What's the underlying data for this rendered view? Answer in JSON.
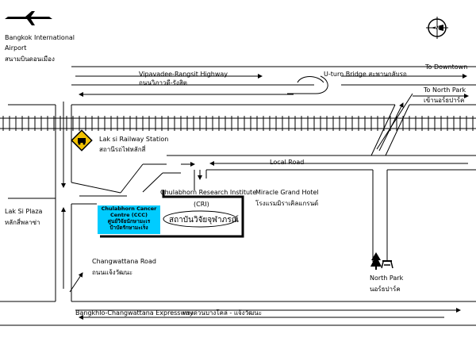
{
  "labels": {
    "airport_en": "Bangkok International",
    "airport_en2": "Airport",
    "airport_th": "สนามบินดอนเมือง",
    "highway_en": "Vipavadee-Rangsit Highway",
    "highway_th": "ถนนวิภาวดี-รังสิต",
    "uturn": "U-turn Bridge สะพานกลับรถ",
    "to_downtown": "To Downtown",
    "to_north_park_en": "To North Park",
    "to_north_park_th": "เข้านอร์ธปาร์ค",
    "station_en": "Lak si Railway Station",
    "station_th": "สถานีรถไฟหลักสี่",
    "local_road": "Local Road",
    "cri_en": "Chulabhorn Research Institute",
    "cri_abbr": "(CRI)",
    "cri_th": "สถาบันวิจัยจุฬาภรณ์",
    "hotel_en": "Miracle Grand Hotel",
    "hotel_th": "โรงแรมมิราเคิลแกรนด์",
    "plaza_en": "Lak Si Plaza",
    "plaza_th": "หลักสี่พลาซ่า",
    "ccc_line1": "Chulabhorn Cancer",
    "ccc_line2": "Centre (CCC)",
    "ccc_line3": "ศูนย์วิจัยนักษามะเร",
    "ccc_line4": "ป้าบัดรักษามะเร็ง",
    "changwattana_en": "Changwattana Road",
    "changwattana_th": "ถนนแจ้งวัฒนะ",
    "north_park_en": "North Park",
    "north_park_th": "นอร์ธปาร์ค",
    "expressway": "Bangkhlo-Changwattana Expressway",
    "expressway_th": "ทางด่วนบางโคล่ - แจ้งวัฒนะ"
  },
  "icons": {
    "airplane": "airplane-icon",
    "train_sign": "train-warning-icon",
    "compass": "compass-icon",
    "tree": "tree-picnic-icon"
  },
  "colors": {
    "ccc_box": "#00ccff",
    "sign": "#f2c200"
  }
}
